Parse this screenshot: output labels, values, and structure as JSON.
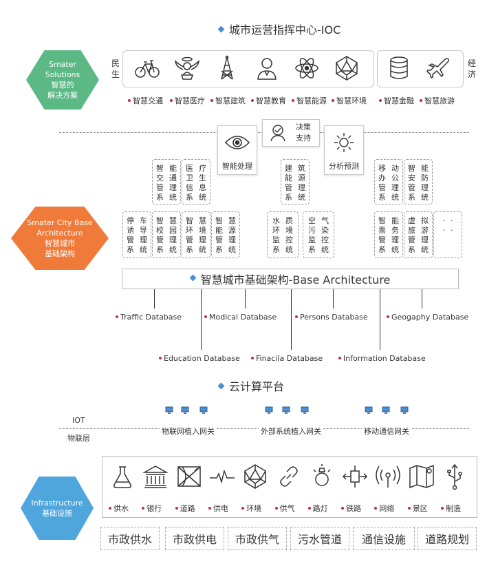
{
  "header": {
    "title": "城市运营指挥中心-IOC"
  },
  "solutions": {
    "hex_lines": [
      "Smater",
      "Solutions",
      "智慧的",
      "解决方案"
    ],
    "left_side": [
      "民",
      "生"
    ],
    "right_side": [
      "经",
      "济"
    ],
    "group1_labels": [
      "智慧交通",
      "智慧医疗",
      "智慧建筑",
      "智慧教育",
      "智慧能源",
      "智慧环境"
    ],
    "group1_icons": [
      "bicycle-icon",
      "angel-icon",
      "tower-icon",
      "person-icon",
      "atom-icon",
      "polyhedron-icon"
    ],
    "group2_labels": [
      "智慧金融",
      "智慧旅游"
    ],
    "group2_icons": [
      "database-icon",
      "airplane-icon"
    ]
  },
  "support": {
    "items": [
      {
        "icon": "eye-icon",
        "label": "智能处理"
      },
      {
        "icon": "decision-icon",
        "label1": "决策",
        "label2": "支持"
      },
      {
        "icon": "sun-icon",
        "label": "分析预测"
      }
    ]
  },
  "base": {
    "hex_lines": [
      "Smater City Base",
      "Architecture",
      "智慧城市",
      "基础架构"
    ],
    "upper_boxes": [
      {
        "cols": [
          "智交管系",
          "能通理统"
        ]
      },
      {
        "cols": [
          "医卫信系",
          "疗生息统"
        ]
      },
      {
        "cols": [
          "建能管系",
          "筑源理统"
        ]
      },
      {
        "cols": [
          "移办管系",
          "动公理统"
        ]
      },
      {
        "cols": [
          "智安管系",
          "能防理统"
        ]
      }
    ],
    "lower_boxes": [
      {
        "cols": [
          "停诱管系",
          "车导理统"
        ]
      },
      {
        "cols": [
          "智校管系",
          "慧园理统"
        ]
      },
      {
        "cols": [
          "智环管系",
          "慧境理统"
        ]
      },
      {
        "cols": [
          "智能管系",
          "慧源理统"
        ]
      },
      {
        "cols": [
          "水环监系",
          "质境控统"
        ]
      },
      {
        "cols": [
          "空污监系",
          "气染控统"
        ]
      },
      {
        "cols": [
          "智票管系",
          "能务理统"
        ]
      },
      {
        "cols": [
          "虚旅管系",
          "拟游理统"
        ]
      },
      {
        "cols": [
          "··",
          "··"
        ]
      }
    ],
    "bar_title": "智慧城市基础架构-Base Architecture",
    "db_top": [
      "Traffic Database",
      "Modical Database",
      "Persons Database",
      "Geogaphy Database"
    ],
    "db_bottom": [
      "Education Database",
      "Finacila Database",
      "Information Database"
    ]
  },
  "cloud": {
    "title": "云计算平台",
    "iot_en": "IOT",
    "iot_cn": "物联层",
    "gateways": [
      "物联网植入网关",
      "外部系统植入网关",
      "移动通信网关"
    ]
  },
  "infra": {
    "hex_lines": [
      "Infrastructure",
      "基础设施"
    ],
    "items": [
      {
        "icon": "flask-icon",
        "label": "供水"
      },
      {
        "icon": "bank-icon",
        "label": "银行"
      },
      {
        "icon": "map-road-icon",
        "label": "道路"
      },
      {
        "icon": "pulse-icon",
        "label": "供电"
      },
      {
        "icon": "polyhedron-icon",
        "label": "环境"
      },
      {
        "icon": "link-icon",
        "label": "供气"
      },
      {
        "icon": "lamp-icon",
        "label": "路灯"
      },
      {
        "icon": "rail-icon",
        "label": "铁路"
      },
      {
        "icon": "antenna-icon",
        "label": "网络"
      },
      {
        "icon": "map-pin-icon",
        "label": "景区"
      },
      {
        "icon": "usb-icon",
        "label": "制造"
      }
    ],
    "bottom": [
      "市政供水",
      "市政供电",
      "市政供气",
      "污水管道",
      "通信设施",
      "道路规划"
    ]
  },
  "colors": {
    "green": "#5cb885",
    "orange": "#f07a3a",
    "blue": "#4ea6dd",
    "accent": "#c0285a",
    "diamond": "#4a90d9"
  }
}
